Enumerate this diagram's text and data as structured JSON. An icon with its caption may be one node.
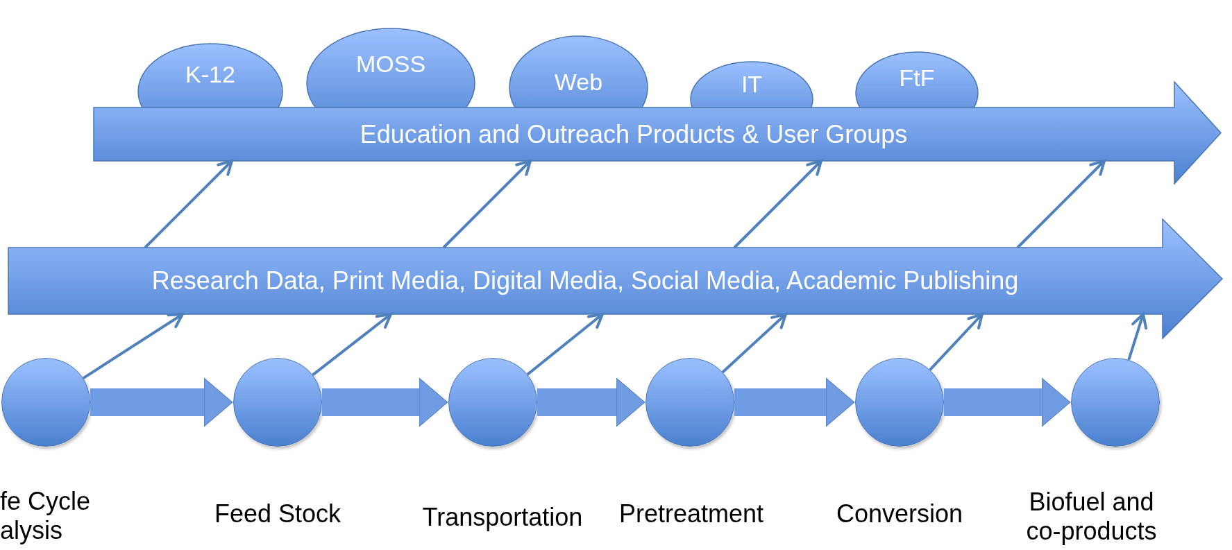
{
  "diagram": {
    "nodes": [
      {
        "text": [
          "K-12"
        ]
      },
      {
        "text": [
          "MOSS"
        ]
      },
      {
        "text": [
          "Web"
        ]
      },
      {
        "text": [
          "IT"
        ]
      },
      {
        "text": [
          "FtF"
        ]
      },
      {
        "text": [
          "Education and Outreach Products & User Groups"
        ]
      },
      {
        "text": [
          "Research Data, Print Media, Digital Media, Social Media, Academic Publishing"
        ]
      },
      {
        "text": [],
        "shape": "circle",
        "beside": [
          "fe Cycle alysis"
        ]
      },
      {
        "text": [],
        "shape": "circle",
        "beside": [
          "Feed Stock"
        ]
      },
      {
        "text": [],
        "shape": "circle",
        "beside": [
          "Transportation"
        ]
      },
      {
        "text": [],
        "shape": "circle",
        "beside": [
          "Pretreatment"
        ]
      },
      {
        "text": [],
        "shape": "circle",
        "beside": [
          "Conversion"
        ]
      },
      {
        "text": [],
        "shape": "circle",
        "beside": [
          "Biofuel and co-products"
        ]
      }
    ],
    "edges": [
      {
        "from": 7,
        "to": 6,
        "arrow": "to"
      },
      {
        "from": 8,
        "to": 6,
        "arrow": "to"
      },
      {
        "from": 9,
        "to": 6,
        "arrow": "to"
      },
      {
        "from": 10,
        "to": 6,
        "arrow": "to"
      },
      {
        "from": 11,
        "to": 6,
        "arrow": "to"
      },
      {
        "from": 12,
        "to": 6,
        "arrow": "to"
      },
      {
        "from": 6,
        "to": 5,
        "arrow": "to"
      },
      {
        "from": 6,
        "to": 5,
        "arrow": "to"
      },
      {
        "from": 6,
        "to": 5,
        "arrow": "to"
      },
      {
        "from": 6,
        "to": 5,
        "arrow": "to"
      },
      {
        "from": 7,
        "to": 8,
        "arrow": "to",
        "style": "thick"
      },
      {
        "from": 8,
        "to": 9,
        "arrow": "to",
        "style": "thick"
      },
      {
        "from": 9,
        "to": 10,
        "arrow": "to",
        "style": "thick"
      },
      {
        "from": 10,
        "to": 11,
        "arrow": "to",
        "style": "thick"
      },
      {
        "from": 11,
        "to": 12,
        "arrow": "to",
        "style": "thick"
      }
    ]
  }
}
